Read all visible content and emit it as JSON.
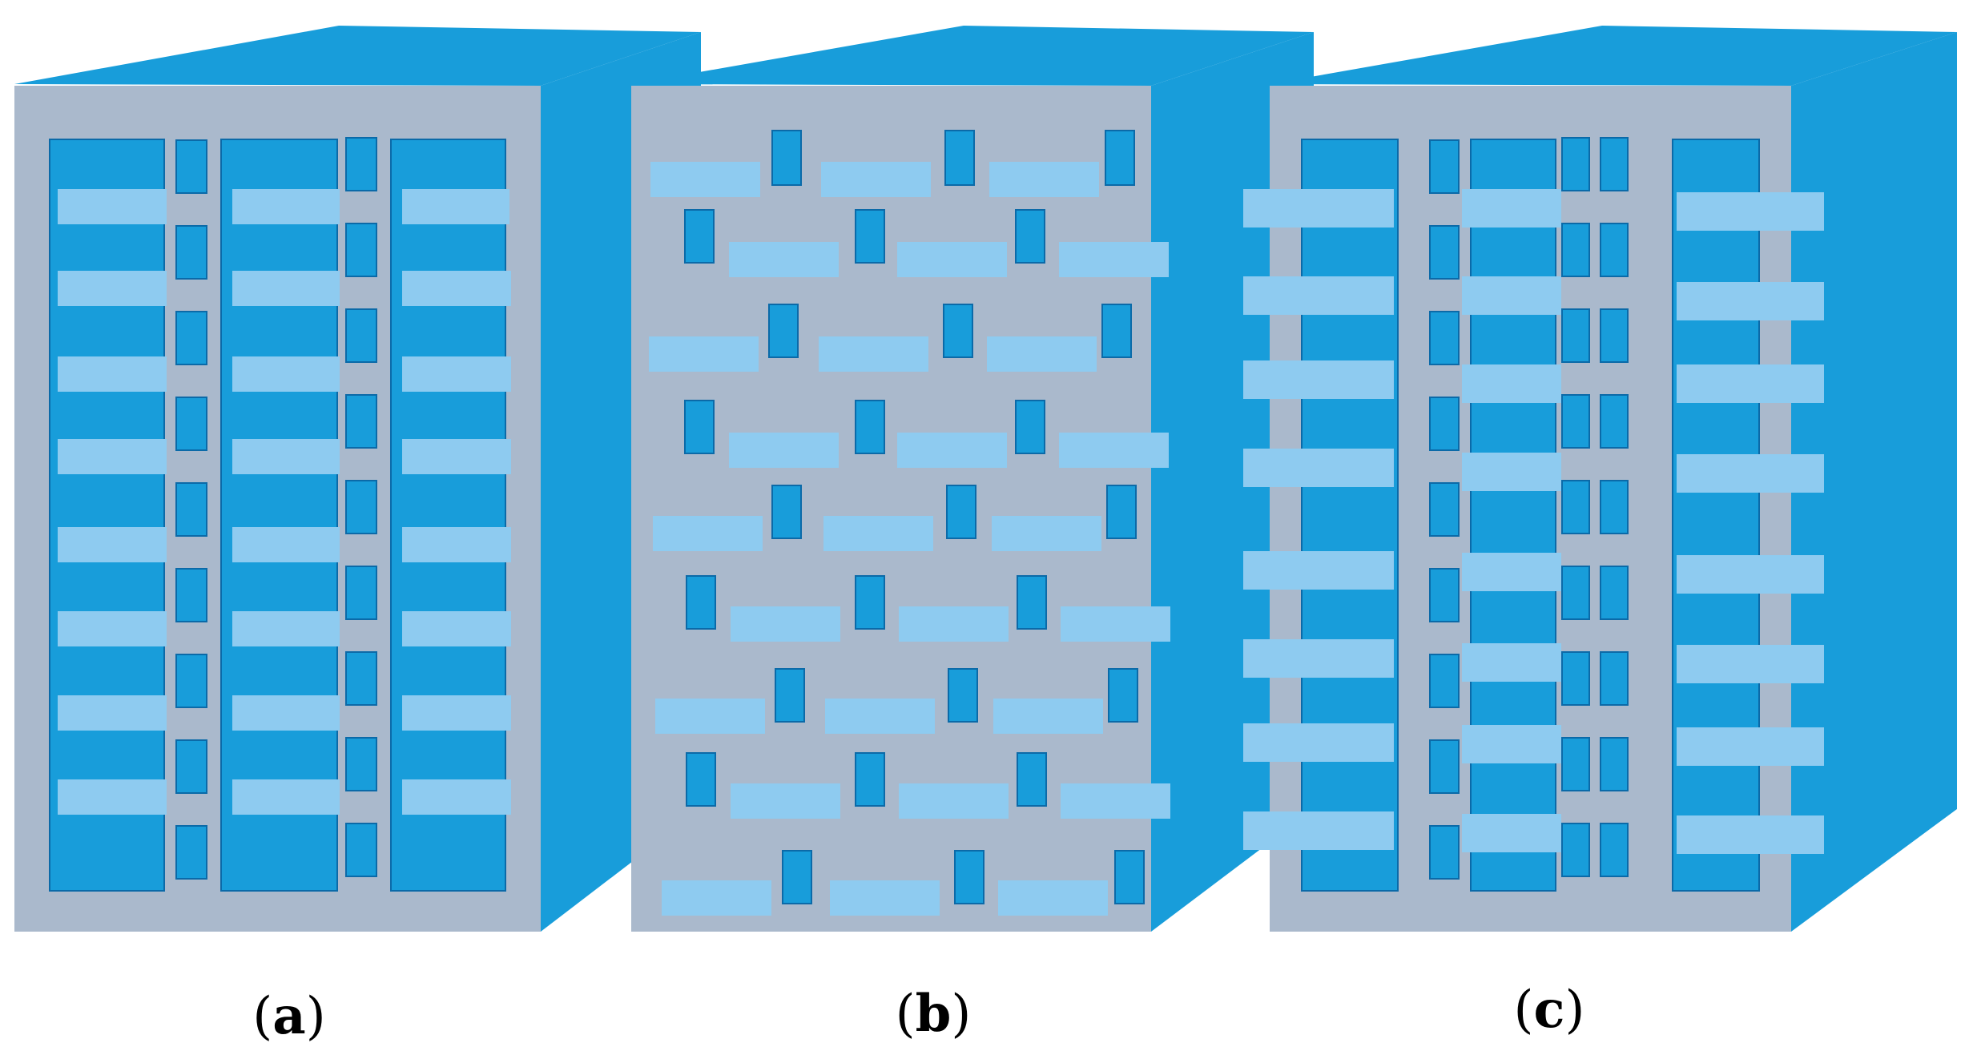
{
  "figure": {
    "palette": {
      "wall": "#aab9cc",
      "wall_stroke": "#8e9db0",
      "building_blue": "#189dda",
      "roof": "#189dda",
      "side": "#189dda",
      "outline": "#0b6aa8",
      "shade_band": "#8ecbf0",
      "background": "#ffffff"
    },
    "panels": [
      {
        "id": "a",
        "caption": {
          "open": "(",
          "letter": "a",
          "close": ")"
        },
        "window_style": "column-strips-with-horizontal-bands"
      },
      {
        "id": "b",
        "caption": {
          "open": "(",
          "letter": "b",
          "close": ")"
        },
        "window_style": "staggered-small-windows-with-shading-bands"
      },
      {
        "id": "c",
        "caption": {
          "open": "(",
          "letter": "c",
          "close": ")"
        },
        "window_style": "mixed-column-strips-and-small-windows-with-bands"
      }
    ]
  }
}
